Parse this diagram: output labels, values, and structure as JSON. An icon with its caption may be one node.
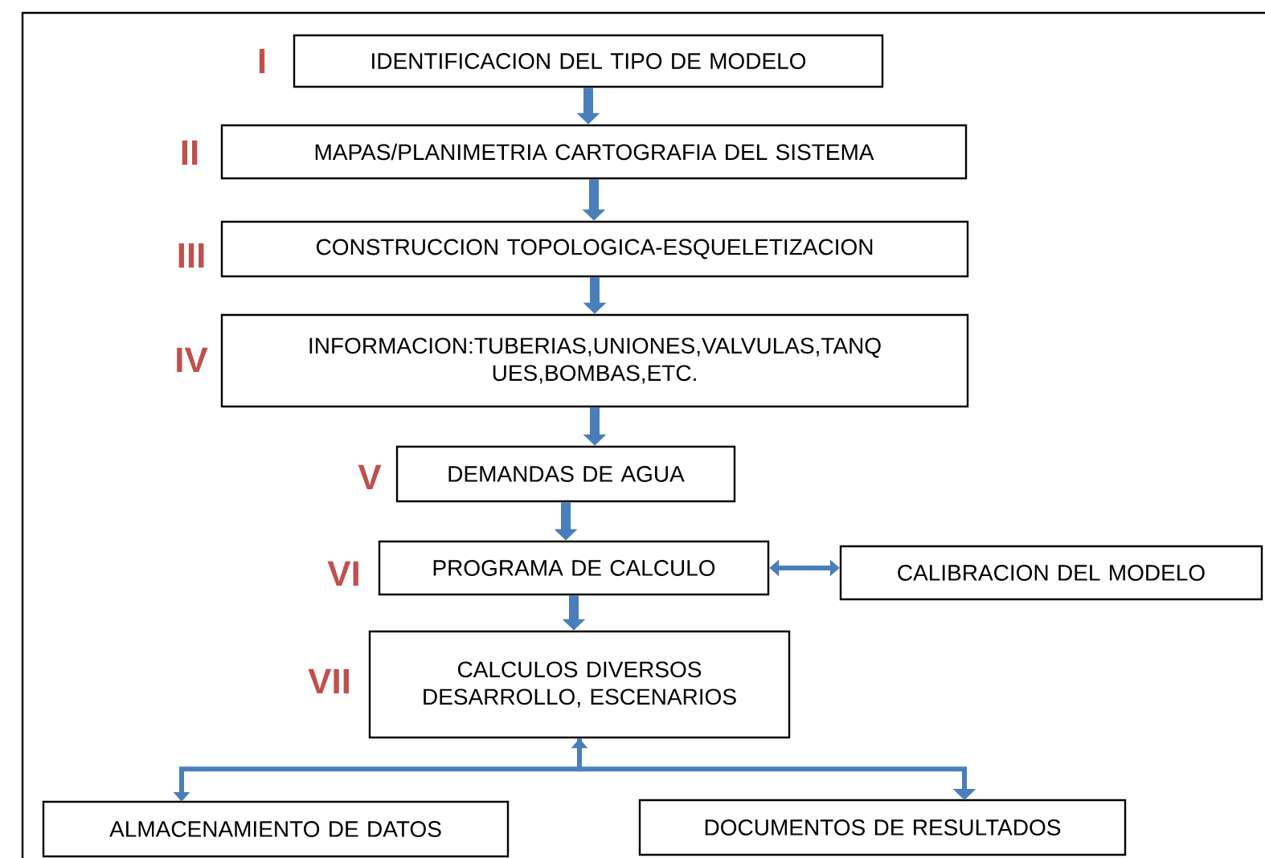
{
  "diagram": {
    "nodes": [
      {
        "text": [
          "IDENTIFICACION DEL TIPO DE MODELO"
        ],
        "beside": [
          "I"
        ]
      },
      {
        "text": [
          "MAPAS/PLANIMETRIA CARTOGRAFIA DEL SISTEMA"
        ],
        "beside": [
          "II"
        ]
      },
      {
        "text": [
          "CONSTRUCCION TOPOLOGICA-ESQUELETIZACION"
        ],
        "beside": [
          "III"
        ]
      },
      {
        "text": [
          "INFORMACION:TUBERIAS,UNIONES,VALVULAS,TANQ UES,BOMBAS,ETC."
        ],
        "beside": [
          "IV"
        ]
      },
      {
        "text": [
          "DEMANDAS DE AGUA"
        ],
        "beside": [
          "V"
        ]
      },
      {
        "text": [
          "PROGRAMA DE CALCULO"
        ],
        "beside": [
          "VI"
        ]
      },
      {
        "text": [
          "CALIBRACION DEL MODELO"
        ]
      },
      {
        "text": [
          "CALCULOS DIVERSOS DESARROLLO, ESCENARIOS"
        ],
        "beside": [
          "VII"
        ]
      },
      {
        "text": [
          "ALMACENAMIENTO DE DATOS"
        ]
      },
      {
        "text": [
          "DOCUMENTOS DE RESULTADOS"
        ]
      }
    ],
    "edges": [
      {
        "from": 0,
        "to": 1,
        "arrow": "to"
      },
      {
        "from": 1,
        "to": 2,
        "arrow": "to"
      },
      {
        "from": 2,
        "to": 3,
        "arrow": "to"
      },
      {
        "from": 3,
        "to": 4,
        "arrow": "to"
      },
      {
        "from": 4,
        "to": 5,
        "arrow": "to"
      },
      {
        "from": 5,
        "to": 6,
        "arrow": "both"
      },
      {
        "from": 5,
        "to": 7,
        "arrow": "to"
      },
      {
        "from": 7,
        "to": 8,
        "arrow": "both"
      },
      {
        "from": 7,
        "to": 9,
        "arrow": "to"
      }
    ]
  }
}
